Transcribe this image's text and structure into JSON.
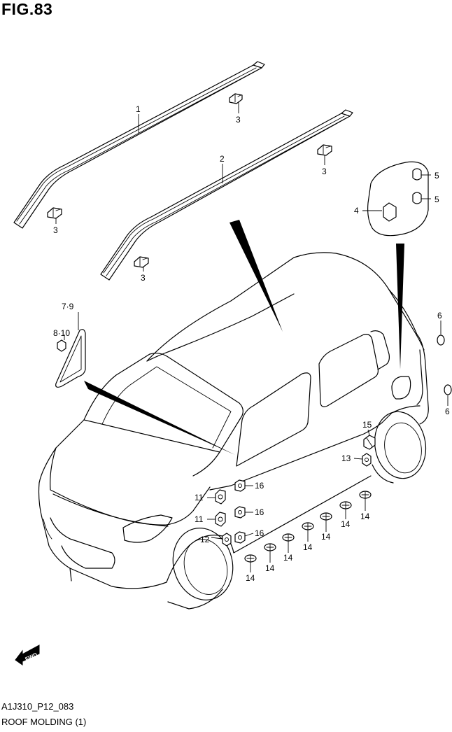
{
  "figure": {
    "title": "FIG.83"
  },
  "footer": {
    "code": "A1J310_P12_083",
    "name": "ROOF MOLDING (1)"
  },
  "direction_badge": {
    "text": "FWD"
  },
  "callouts": {
    "c1": "1",
    "c2": "2",
    "c3a": "3",
    "c3b": "3",
    "c3c": "3",
    "c3d": "3",
    "c4": "4",
    "c5a": "5",
    "c5b": "5",
    "c6a": "6",
    "c6b": "6",
    "c79": "7·9",
    "c810": "8·10",
    "c11a": "11",
    "c11b": "11",
    "c12": "12",
    "c13": "13",
    "c14a": "14",
    "c14b": "14",
    "c14c": "14",
    "c14d": "14",
    "c14e": "14",
    "c14f": "14",
    "c14g": "14",
    "c15": "15",
    "c16a": "16",
    "c16b": "16",
    "c16c": "16"
  }
}
